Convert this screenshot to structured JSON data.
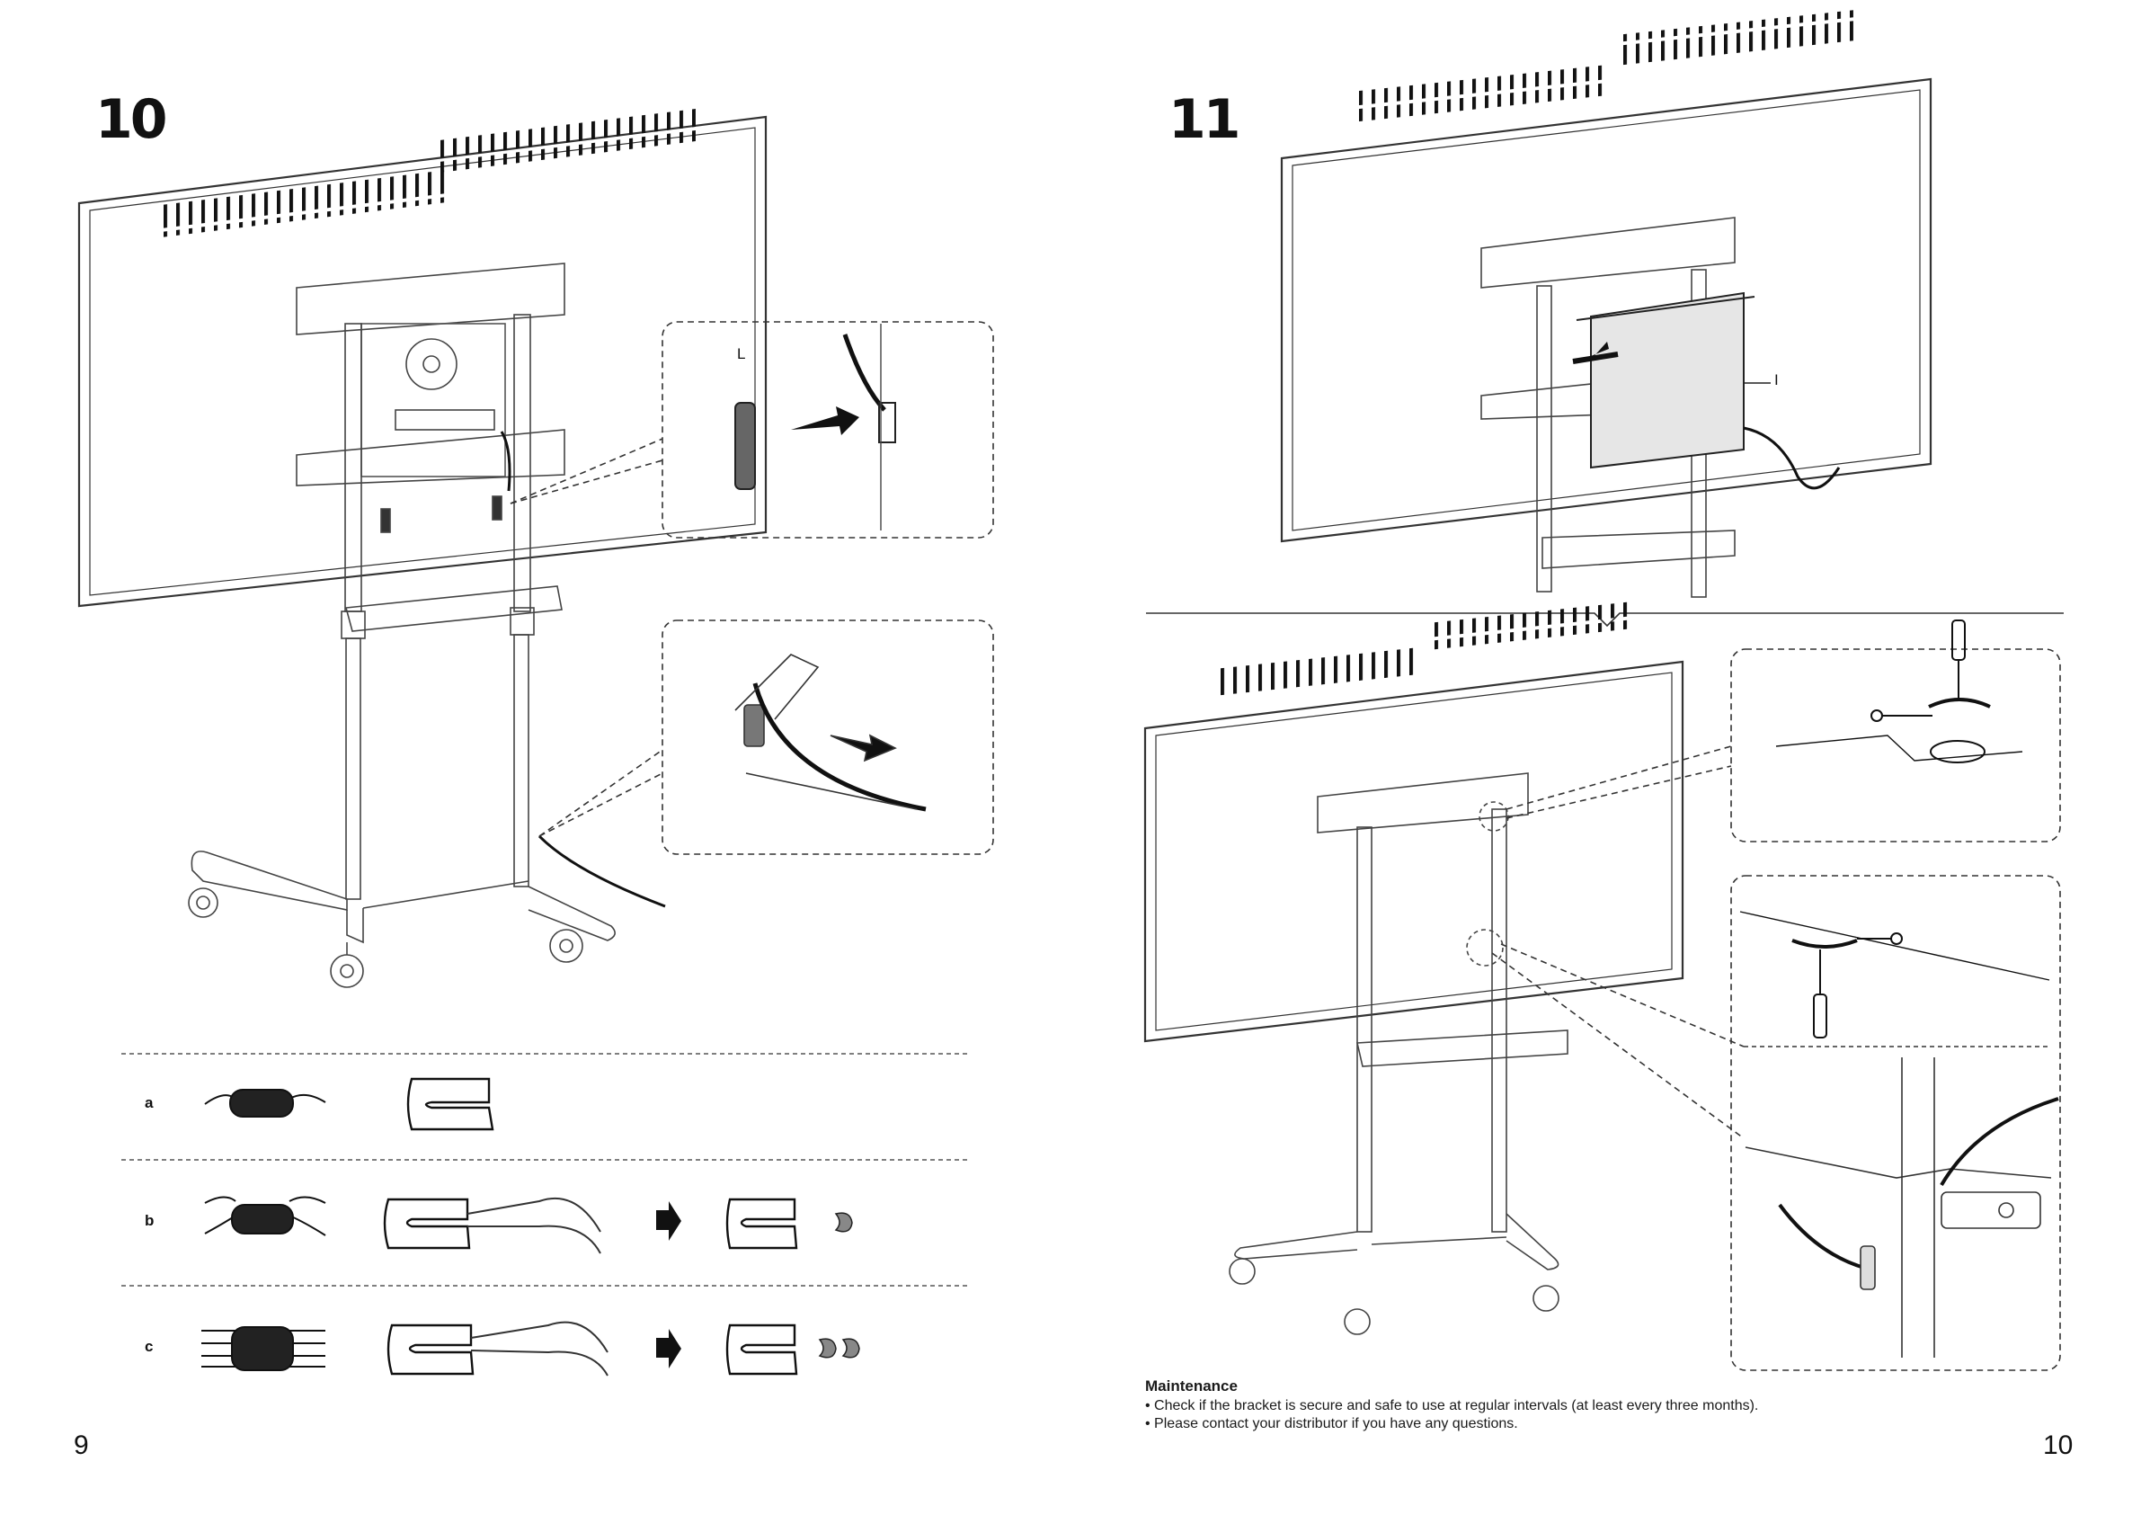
{
  "left_page": {
    "step_number": "10",
    "page_number": "9",
    "callout_label": "L",
    "rows": [
      {
        "label": "a"
      },
      {
        "label": "b"
      },
      {
        "label": "c"
      }
    ]
  },
  "right_page": {
    "step_number": "11",
    "page_number": "10",
    "part_label": "I",
    "maintenance": {
      "title": "Maintenance",
      "lines": [
        "• Check if the bracket is secure and safe to use at regular intervals (at least every three months).",
        "• Please contact your distributor if you have any questions."
      ]
    }
  },
  "icons": [
    "tv-screen",
    "tv-stand",
    "cable-clip",
    "pliers",
    "arrow-right",
    "screwdriver",
    "cable-tie"
  ]
}
